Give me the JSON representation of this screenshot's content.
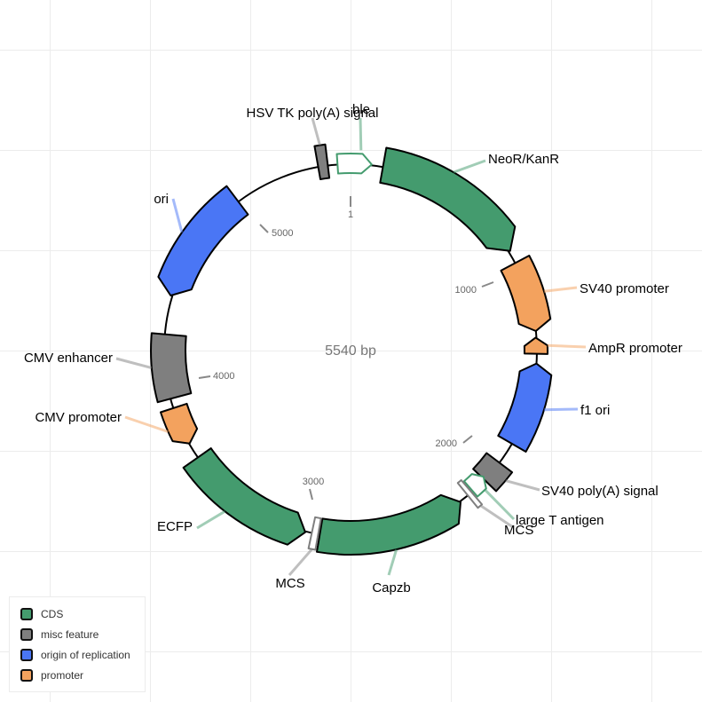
{
  "plasmid": {
    "total_label": "5540 bp"
  },
  "colors": {
    "CDS": "#449b6e",
    "misc": "#7f7f7f",
    "ori": "#4a76f5",
    "promoter": "#f3a25e",
    "backbone": "#000000",
    "feature_stroke": "#000000"
  },
  "features": [
    {
      "label": "ble",
      "type": "CDS",
      "outline": true
    },
    {
      "label": "NeoR/KanR",
      "type": "CDS"
    },
    {
      "label": "SV40 promoter",
      "type": "promoter"
    },
    {
      "label": "AmpR promoter",
      "type": "promoter"
    },
    {
      "label": "f1 ori",
      "type": "ori"
    },
    {
      "label": "SV40 poly(A) signal",
      "type": "misc"
    },
    {
      "label": "large T antigen",
      "type": "CDS",
      "outline": true
    },
    {
      "label": "MCS",
      "type": "misc",
      "outline": true,
      "key": "mcs_right"
    },
    {
      "label": "Capzb",
      "type": "CDS"
    },
    {
      "label": "MCS",
      "type": "misc",
      "outline": true,
      "key": "mcs_bottom"
    },
    {
      "label": "ECFP",
      "type": "CDS"
    },
    {
      "label": "CMV promoter",
      "type": "promoter"
    },
    {
      "label": "CMV enhancer",
      "type": "misc"
    },
    {
      "label": "ori",
      "type": "ori"
    },
    {
      "label": "HSV TK poly(A) signal",
      "type": "misc"
    }
  ],
  "ticks": [
    "1",
    "1000",
    "2000",
    "3000",
    "4000",
    "5000"
  ],
  "legend": [
    {
      "label": "CDS",
      "color": "#449b6e"
    },
    {
      "label": "misc feature",
      "color": "#7f7f7f"
    },
    {
      "label": "origin of replication",
      "color": "#4a76f5"
    },
    {
      "label": "promoter",
      "color": "#f3a25e"
    }
  ]
}
